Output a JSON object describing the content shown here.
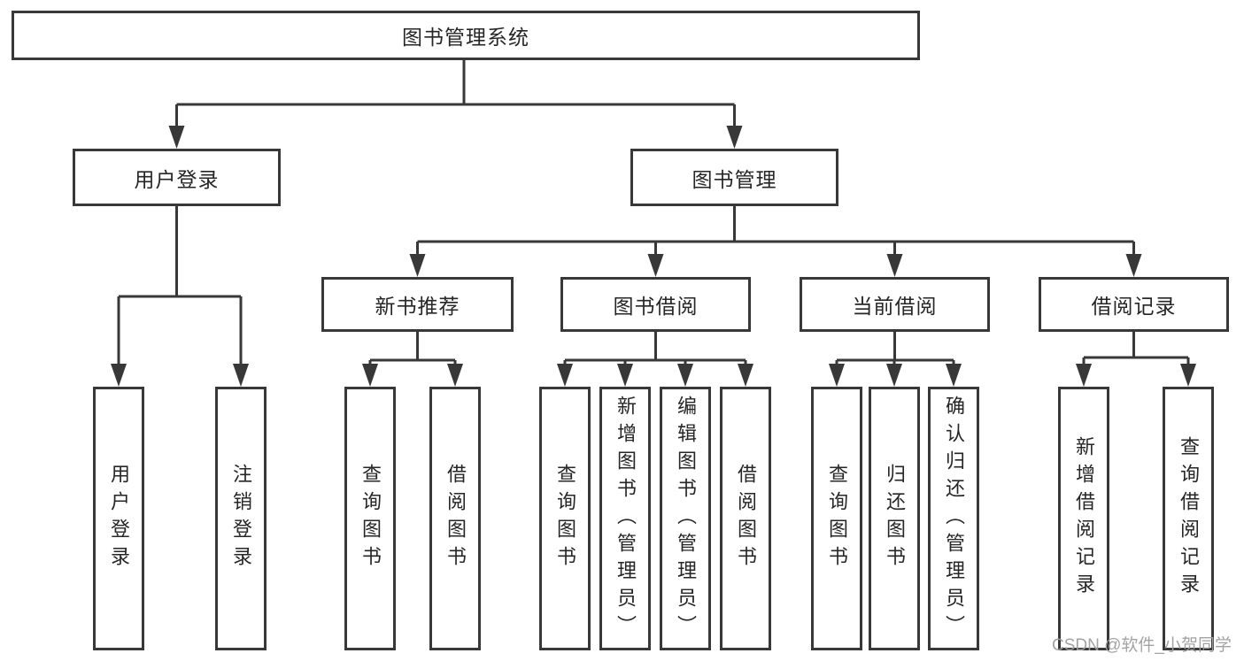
{
  "diagram": {
    "root": "图书管理系统",
    "level2": {
      "user_login": "用户登录",
      "book_mgmt": "图书管理"
    },
    "level3": {
      "new_book_rec": "新书推荐",
      "book_borrow": "图书借阅",
      "current_borrow": "当前借阅",
      "borrow_records": "借阅记录"
    },
    "leaves": {
      "user_login": "用户登录",
      "logout": "注销登录",
      "rec_query_book": "查询图书",
      "rec_borrow_book": "借阅图书",
      "borrow_query_book": "查询图书",
      "borrow_add_book": "新增图书（管理员）",
      "borrow_edit_book": "编辑图书（管理员）",
      "borrow_borrow_book": "借阅图书",
      "current_query_book": "查询图书",
      "current_return_book": "归还图书",
      "current_confirm_return": "确认归还（管理员）",
      "records_add_record": "新增借阅记录",
      "records_query_record": "查询借阅记录"
    }
  },
  "watermark": "CSDN @软件_小贺同学",
  "colors": {
    "line": "#383838",
    "box_border": "#383838",
    "text": "#262626",
    "watermark": "#9e9ea0",
    "background": "#ffffff"
  }
}
